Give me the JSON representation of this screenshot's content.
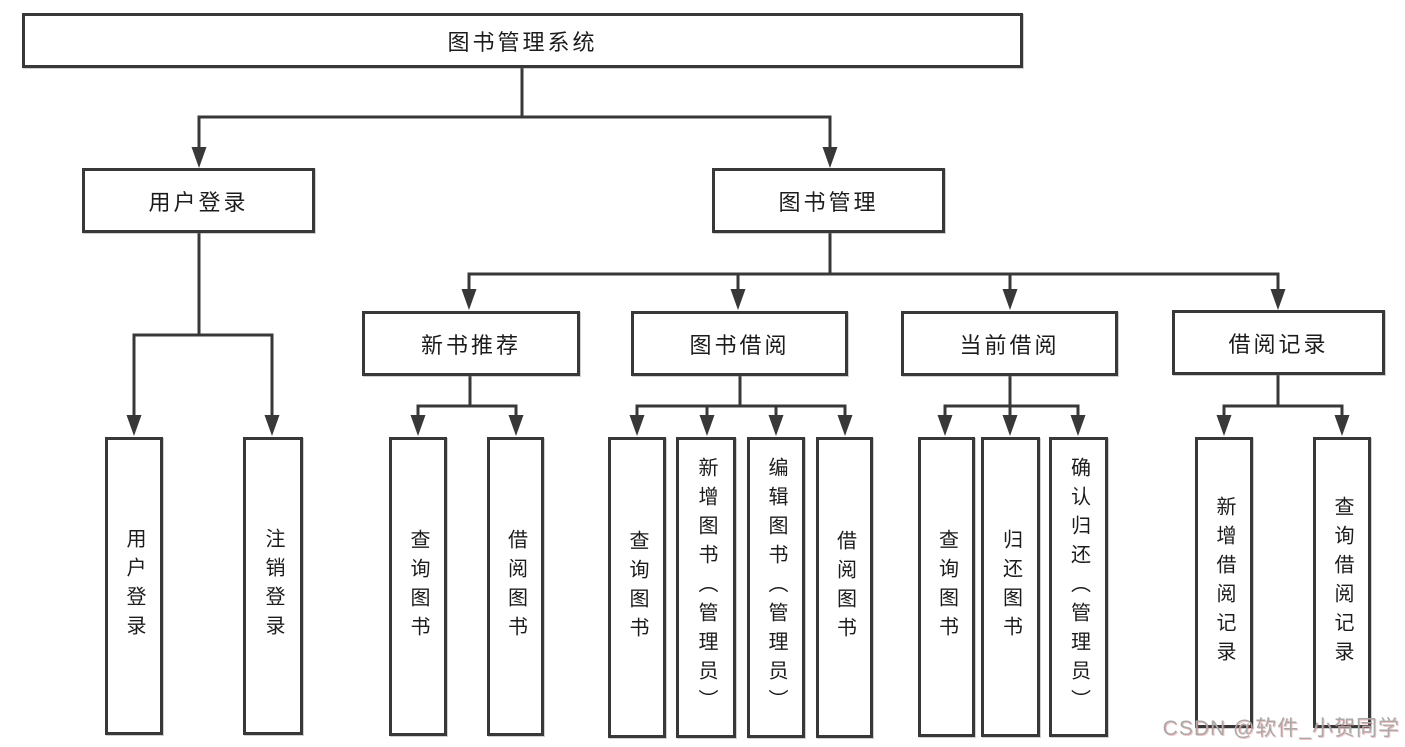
{
  "diagram": {
    "title": "图书管理系统",
    "type": "hierarchy-tree",
    "nodes": {
      "root": {
        "label": "图书管理系统"
      },
      "user_login": {
        "label": "用户登录"
      },
      "book_mgmt": {
        "label": "图书管理"
      },
      "new_book_rec": {
        "label": "新书推荐"
      },
      "book_borrow": {
        "label": "图书借阅"
      },
      "current_borrow": {
        "label": "当前借阅"
      },
      "borrow_records": {
        "label": "借阅记录"
      },
      "leaf_user_login": {
        "label": "用户登录"
      },
      "leaf_logout": {
        "label": "注销登录"
      },
      "leaf_query_book_1": {
        "label": "查询图书"
      },
      "leaf_borrow_book_1": {
        "label": "借阅图书"
      },
      "leaf_query_book_2": {
        "label": "查询图书"
      },
      "leaf_add_book": {
        "label": "新增图书（管理员）"
      },
      "leaf_edit_book": {
        "label": "编辑图书（管理员）"
      },
      "leaf_borrow_book_2": {
        "label": "借阅图书"
      },
      "leaf_query_book_3": {
        "label": "查询图书"
      },
      "leaf_return_book": {
        "label": "归还图书"
      },
      "leaf_confirm_return": {
        "label": "确认归还（管理员）"
      },
      "leaf_add_record": {
        "label": "新增借阅记录"
      },
      "leaf_query_record": {
        "label": "查询借阅记录"
      }
    },
    "hierarchy": {
      "图书管理系统": {
        "用户登录": [
          "用户登录",
          "注销登录"
        ],
        "图书管理": {
          "新书推荐": [
            "查询图书",
            "借阅图书"
          ],
          "图书借阅": [
            "查询图书",
            "新增图书（管理员）",
            "编辑图书（管理员）",
            "借阅图书"
          ],
          "当前借阅": [
            "查询图书",
            "归还图书",
            "确认归还（管理员）"
          ],
          "借阅记录": [
            "新增借阅记录",
            "查询借阅记录"
          ]
        }
      }
    },
    "colors": {
      "line": "#383838",
      "box_border": "#383838",
      "text": "#1c1c1c",
      "background": "#ffffff",
      "watermark": "#a9a9a9"
    }
  },
  "watermark": {
    "text": "CSDN @软件_小贺同学"
  }
}
